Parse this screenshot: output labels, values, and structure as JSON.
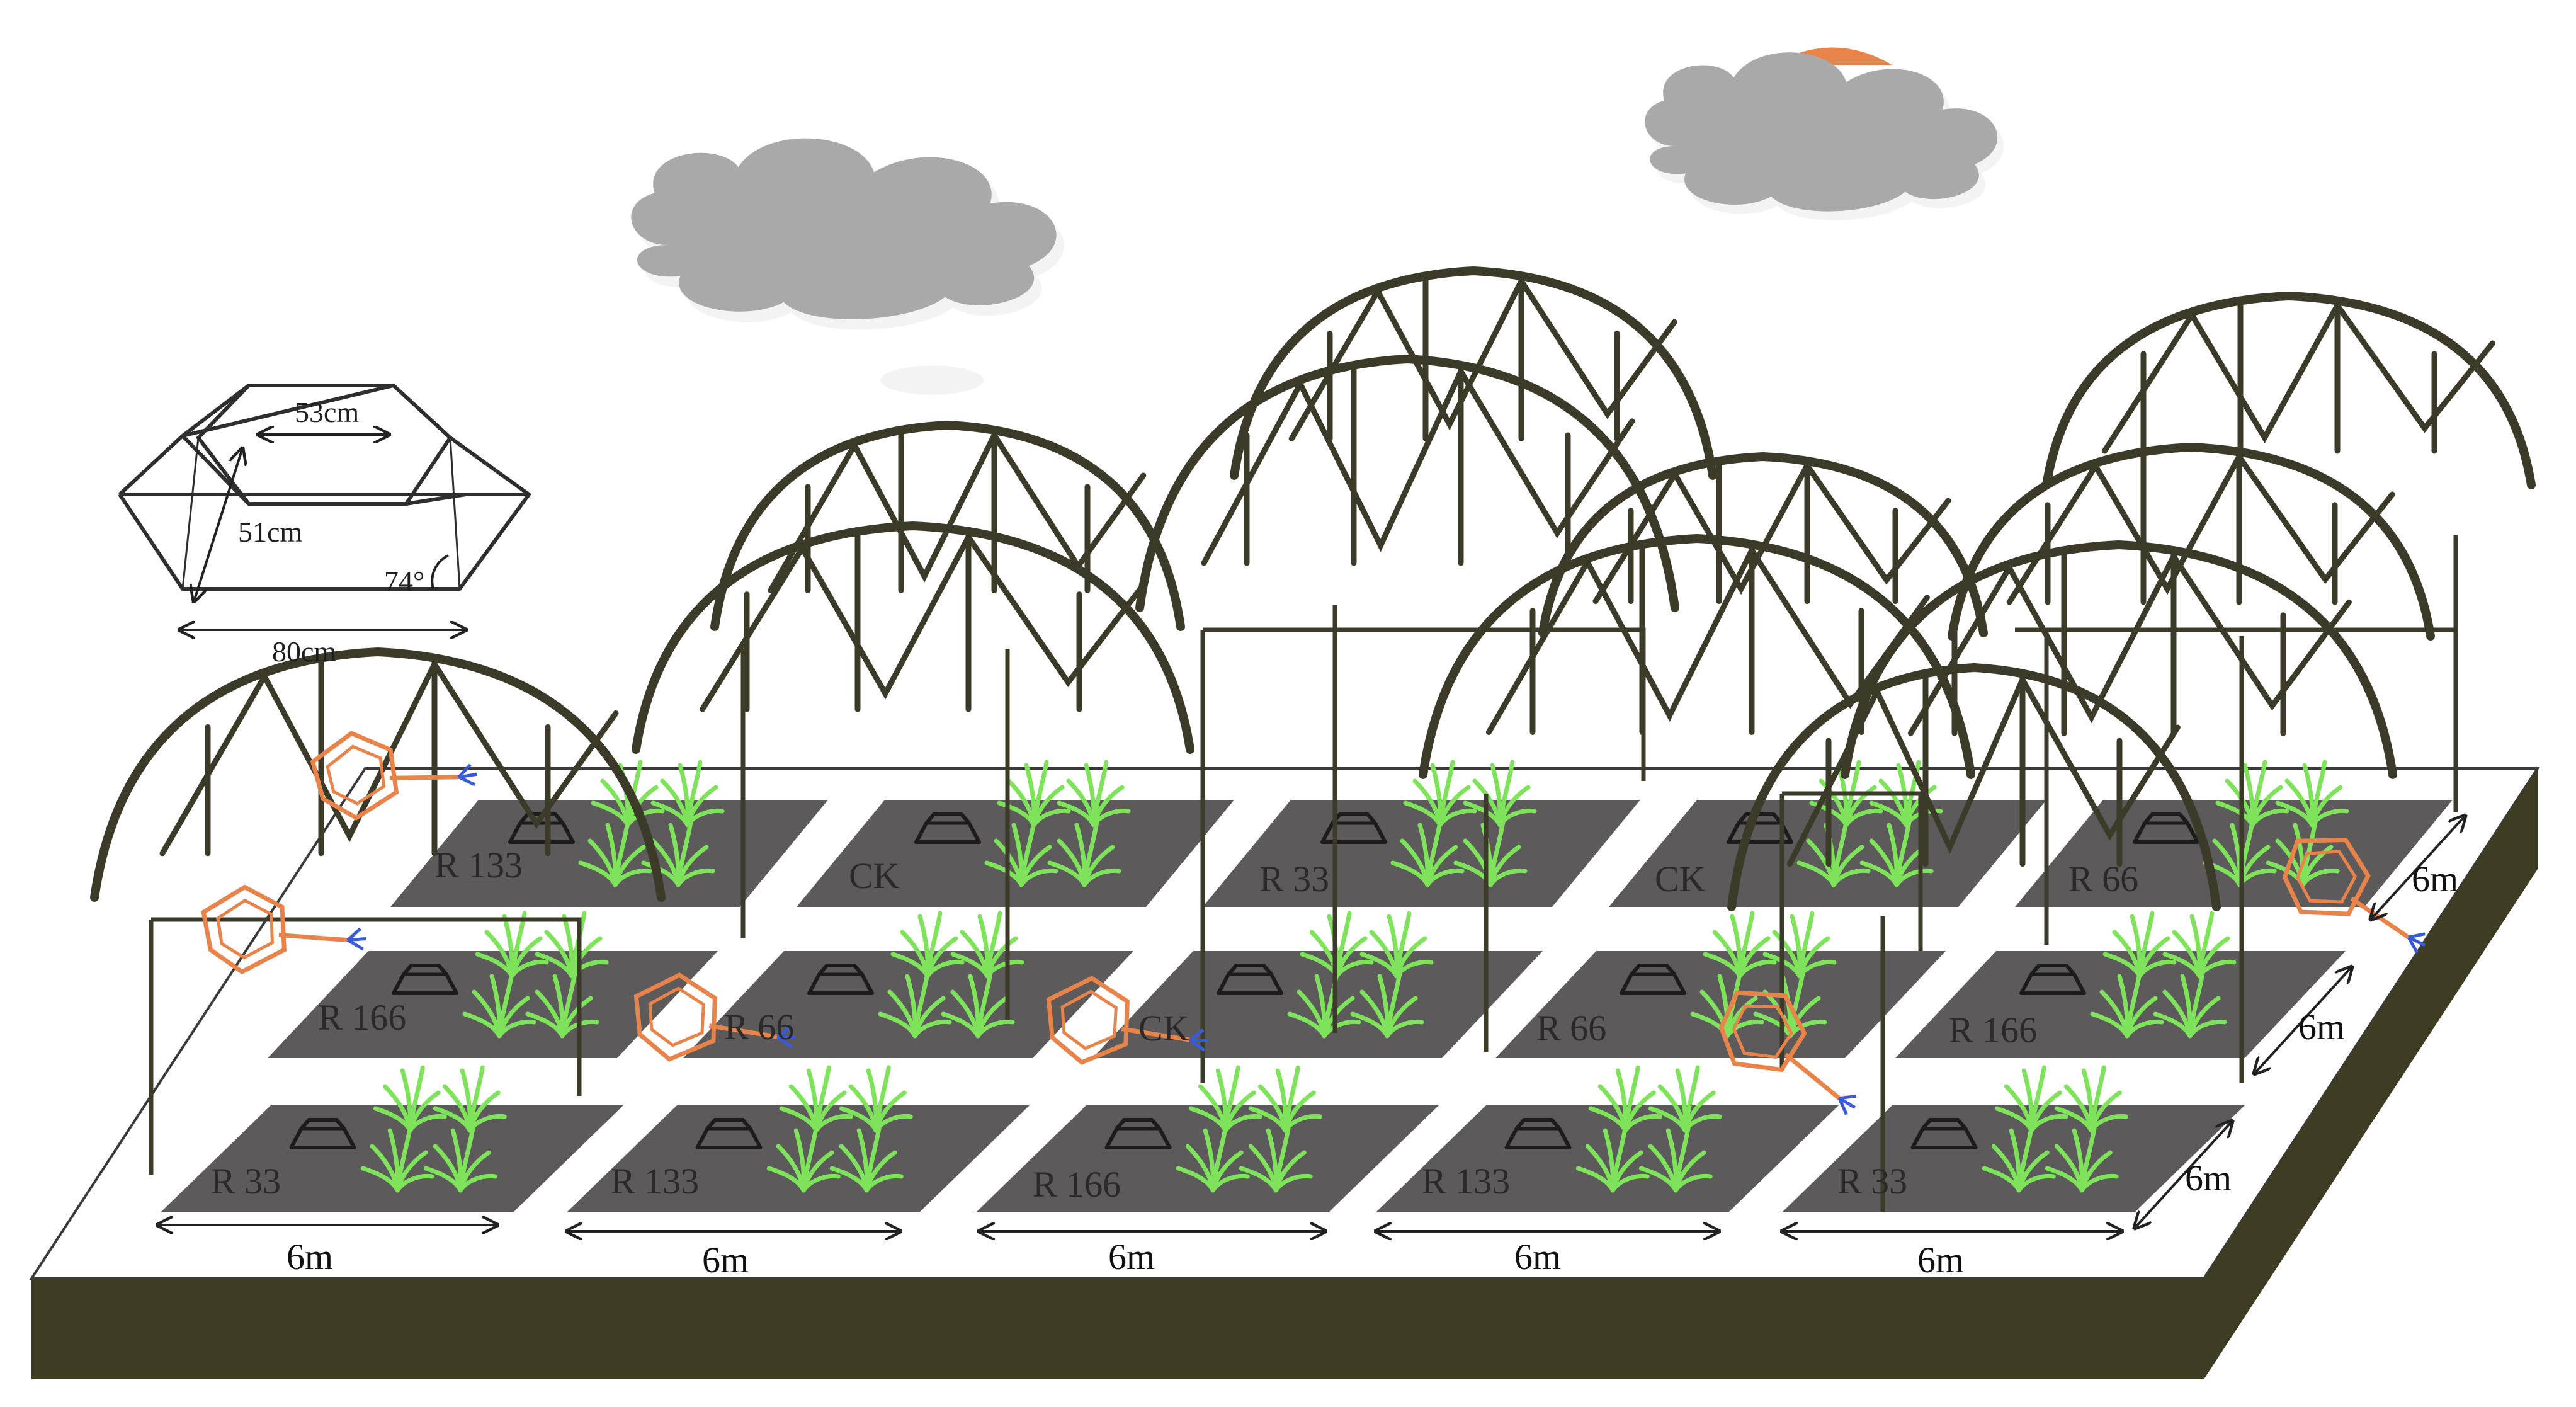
{
  "colors": {
    "soil_top": "#ffffff",
    "soil_side": "#3f3c24",
    "plot": "#5c5a5a",
    "frame": "#3c3b2a",
    "grass": "#7ee35a",
    "lamp": "#e8834a",
    "cloud": "#a9a9a9",
    "sun": "#e8834a"
  },
  "icons": [
    "cloud-icon",
    "sun-icon",
    "grass-icon",
    "chamber-icon",
    "uv-lamp-icon"
  ],
  "chamber_inset": {
    "top_width": "53cm",
    "height": "51cm",
    "angle": "74°",
    "bottom_width": "80cm"
  },
  "rows": [
    {
      "name": "back",
      "labels": [
        "R 133",
        "CK",
        "R 33",
        "CK",
        "R 66"
      ]
    },
    {
      "name": "middle",
      "labels": [
        "R 166",
        "R 66",
        "CK",
        "R 66",
        "R 166"
      ]
    },
    {
      "name": "front",
      "labels": [
        "R 33",
        "R 133",
        "R 166",
        "R 133",
        "R 33"
      ]
    }
  ],
  "dimensions": {
    "front_widths": [
      "6m",
      "6m",
      "6m",
      "6m",
      "6m"
    ],
    "side_depths": [
      "6m",
      "6m",
      "6m"
    ]
  }
}
